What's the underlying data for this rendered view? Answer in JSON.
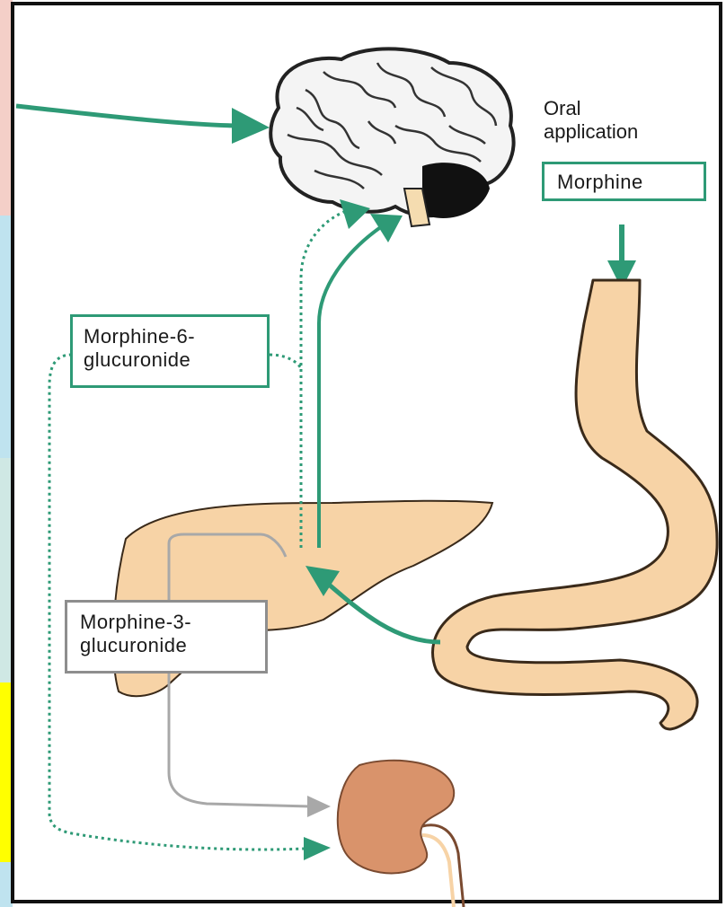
{
  "labels": {
    "oral_application": [
      "Oral",
      "application"
    ],
    "morphine": "Morphine",
    "m6g": [
      "Morphine-6-",
      "glucuronide"
    ],
    "m3g": [
      "Morphine-3-",
      "glucuronide"
    ]
  },
  "colors": {
    "green_arrow": "#2e9a76",
    "grey_arrow": "#a8a8a8",
    "organ_fill": "#f7d3a6",
    "organ_stroke": "#3a2a1a",
    "kidney_fill": "#d9936b",
    "frame": "#111111"
  },
  "icons": [
    "brain-icon",
    "liver-icon",
    "stomach-icon",
    "kidney-icon"
  ]
}
